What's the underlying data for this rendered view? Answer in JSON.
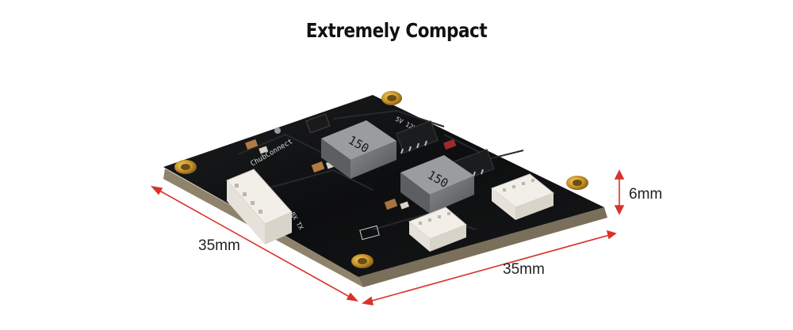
{
  "title": "Extremely Compact",
  "dimensions": {
    "width_label": "35mm",
    "depth_label": "35mm",
    "thickness_label": "6mm"
  },
  "board": {
    "inductor_markings": [
      "150",
      "150"
    ]
  },
  "colors": {
    "pcb": "#0e0f10",
    "pcb_edge": "#8a7f6a",
    "gold_pad": "#c99a2e",
    "connector": "#efece6",
    "arrow": "#d9322a"
  }
}
